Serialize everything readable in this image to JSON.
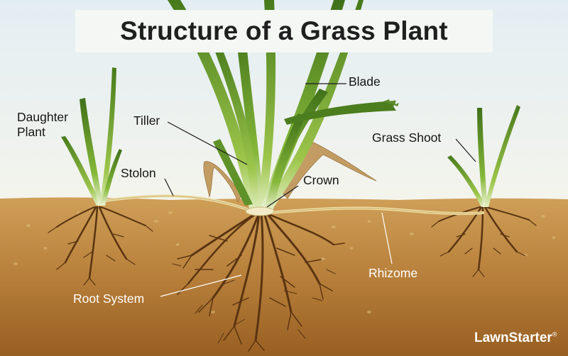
{
  "title": "Structure of a Grass Plant",
  "labels": {
    "daughter_plant_line1": "Daughter",
    "daughter_plant_line2": "Plant",
    "tiller": "Tiller",
    "blade": "Blade",
    "stolon": "Stolon",
    "crown": "Crown",
    "grass_shoot": "Grass Shoot",
    "rhizome": "Rhizome",
    "root_system": "Root System"
  },
  "brand": {
    "name": "LawnStarter",
    "mark": "®"
  },
  "colors": {
    "sky_top": "#e3eef3",
    "sky_bottom": "#f3f4ee",
    "soil_top": "#c99a55",
    "soil_bottom": "#9a6324",
    "grass_dark": "#4d7f1f",
    "grass_light": "#8cbf3f",
    "root": "#5b3512",
    "dry_leaf": "#bf9a62",
    "runner": "#f3e2a8",
    "label_text": "#151515"
  }
}
